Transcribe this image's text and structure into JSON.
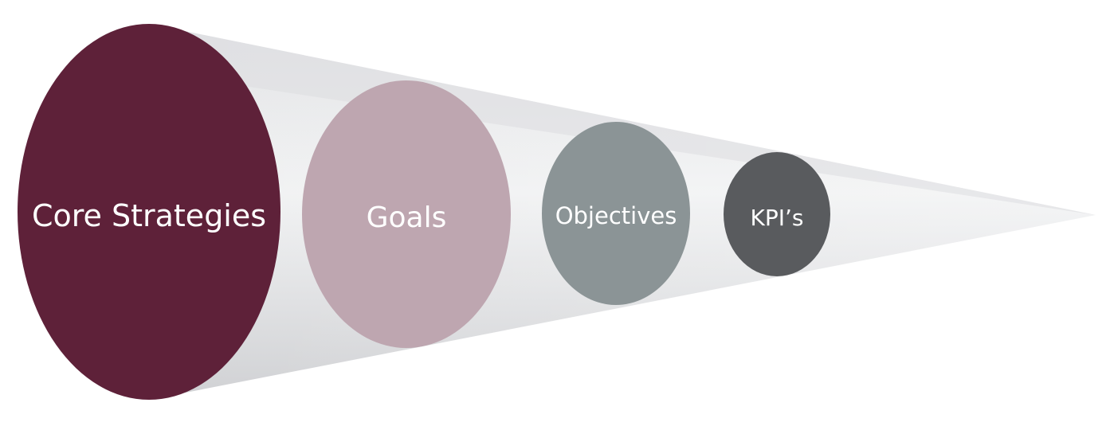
{
  "diagram": {
    "stages": [
      {
        "label": "Core Strategies",
        "color": "#5e2139"
      },
      {
        "label": "Goals",
        "color": "#bea6b0"
      },
      {
        "label": "Objectives",
        "color": "#8b9496"
      },
      {
        "label": "KPI’s",
        "color": "#595b5e"
      }
    ],
    "cone_colors": {
      "light": "#f1f2f3",
      "mid": "#e2e3e5",
      "dark": "#cfd0d3"
    }
  }
}
